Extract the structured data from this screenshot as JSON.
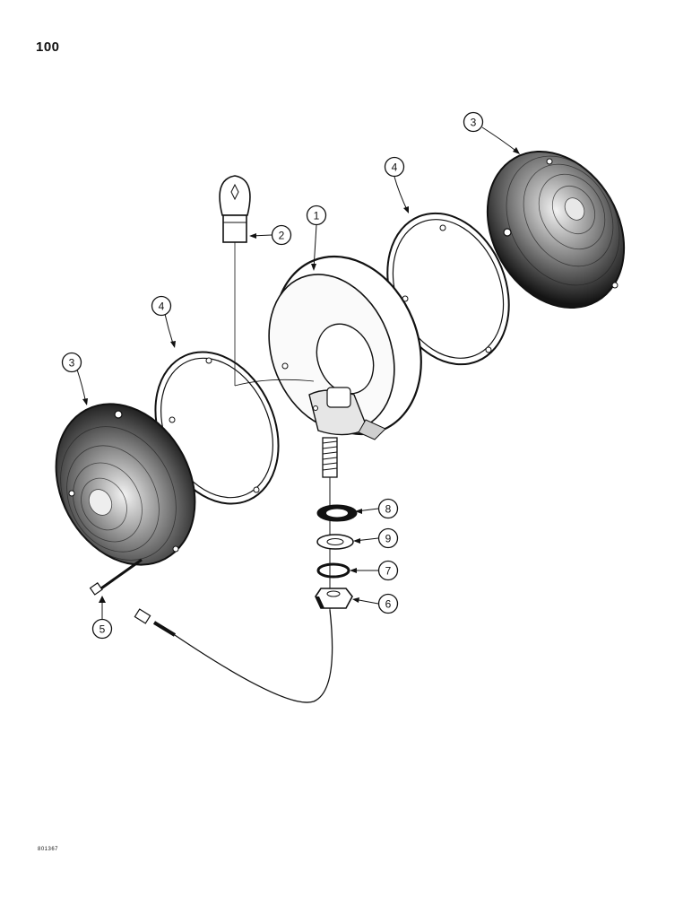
{
  "page_number": "100",
  "figure_code": "801367",
  "callouts": [
    {
      "id": "c1",
      "label": "1"
    },
    {
      "id": "c2",
      "label": "2"
    },
    {
      "id": "c3a",
      "label": "3"
    },
    {
      "id": "c3b",
      "label": "3"
    },
    {
      "id": "c4a",
      "label": "4"
    },
    {
      "id": "c4b",
      "label": "4"
    },
    {
      "id": "c5",
      "label": "5"
    },
    {
      "id": "c6",
      "label": "6"
    },
    {
      "id": "c7",
      "label": "7"
    },
    {
      "id": "c8",
      "label": "8"
    },
    {
      "id": "c9",
      "label": "9"
    }
  ]
}
